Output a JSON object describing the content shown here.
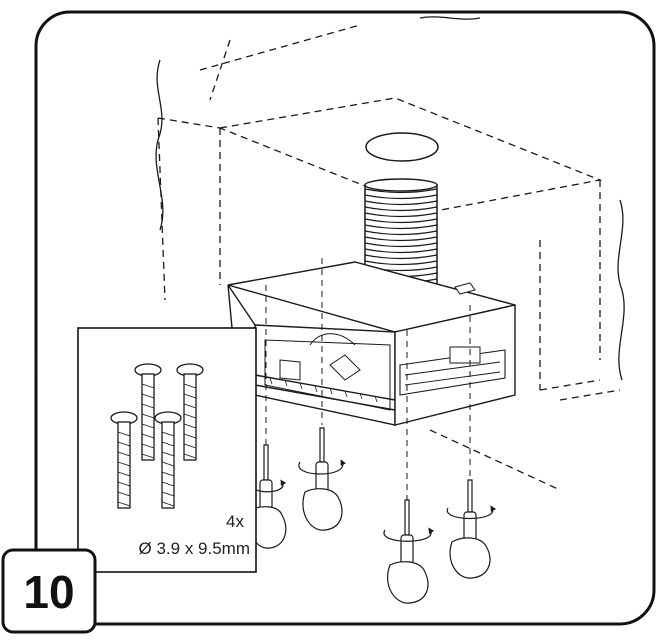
{
  "step": {
    "number": "10"
  },
  "screws_inset": {
    "quantity": "4x",
    "size": "Ø 3.9 x 9.5mm",
    "count_drawn": 4
  },
  "colors": {
    "line": "#1a1a1a",
    "background": "#ffffff"
  },
  "icons": [
    "screw-icon",
    "screwdriver-icon",
    "hand-icon",
    "rotation-arrow-icon",
    "duct-icon",
    "hood-housing-icon"
  ]
}
